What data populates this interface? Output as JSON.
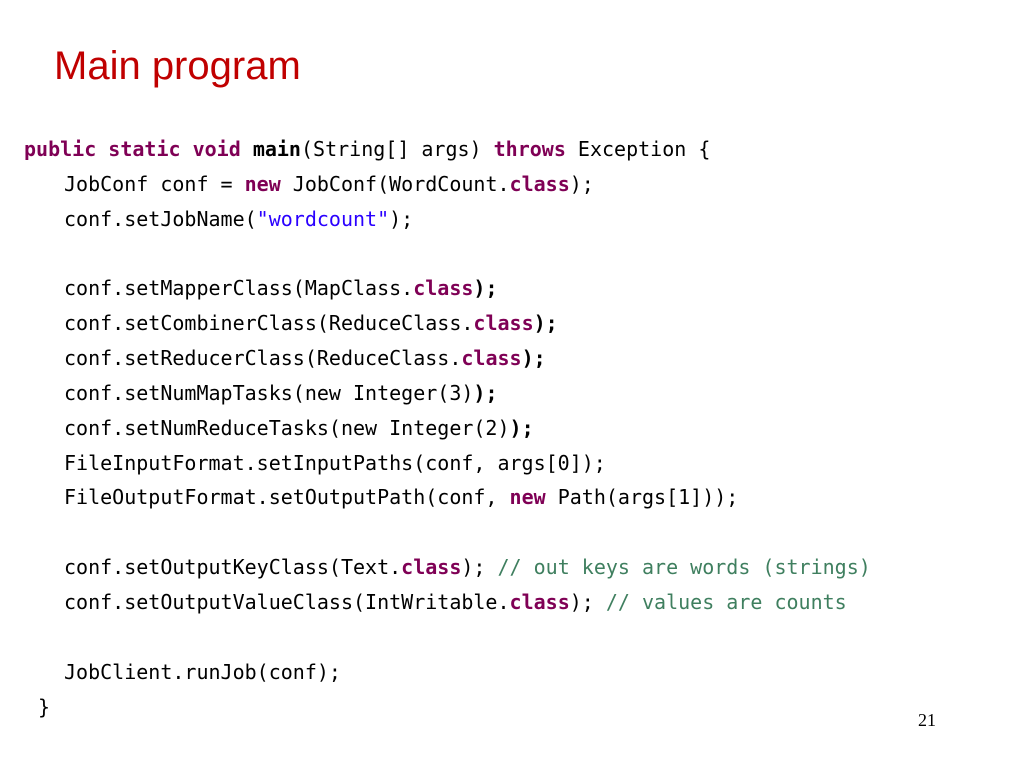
{
  "slide": {
    "title": "Main program",
    "number": "21"
  },
  "code": {
    "lines": [
      [
        {
          "t": "public",
          "s": "kw"
        },
        {
          "t": " "
        },
        {
          "t": "static",
          "s": "kw"
        },
        {
          "t": " "
        },
        {
          "t": "void",
          "s": "kw"
        },
        {
          "t": " "
        },
        {
          "t": "main",
          "s": "bold"
        },
        {
          "t": "(String[] args) "
        },
        {
          "t": "throws",
          "s": "kw"
        },
        {
          "t": " Exception {"
        }
      ],
      [
        {
          "t": "JobConf conf = "
        },
        {
          "t": "new",
          "s": "kw"
        },
        {
          "t": " JobConf(WordCount."
        },
        {
          "t": "class",
          "s": "kw"
        },
        {
          "t": ");"
        }
      ],
      [
        {
          "t": "conf.setJobName("
        },
        {
          "t": "\"wordcount\"",
          "s": "str"
        },
        {
          "t": ");"
        }
      ],
      [],
      [
        {
          "t": "conf.setMapperClass(MapClass."
        },
        {
          "t": "class",
          "s": "kw"
        },
        {
          "t": ");",
          "s": "bold"
        }
      ],
      [
        {
          "t": "conf.setCombinerClass(ReduceClass."
        },
        {
          "t": "class",
          "s": "kw"
        },
        {
          "t": ");",
          "s": "bold"
        }
      ],
      [
        {
          "t": "conf.setReducerClass(ReduceClass."
        },
        {
          "t": "class",
          "s": "kw"
        },
        {
          "t": ");",
          "s": "bold"
        }
      ],
      [
        {
          "t": "conf.setNumMapTasks(new Integer(3)"
        },
        {
          "t": ");",
          "s": "bold"
        }
      ],
      [
        {
          "t": "conf.setNumReduceTasks(new Integer(2)"
        },
        {
          "t": ");",
          "s": "bold"
        }
      ],
      [
        {
          "t": "FileInputFormat.setInputPaths(conf, args[0]);"
        }
      ],
      [
        {
          "t": "FileOutputFormat.setOutputPath(conf, "
        },
        {
          "t": "new",
          "s": "kw"
        },
        {
          "t": " Path(args[1]));"
        }
      ],
      [],
      [
        {
          "t": "conf.setOutputKeyClass(Text."
        },
        {
          "t": "class",
          "s": "kw"
        },
        {
          "t": "); "
        },
        {
          "t": "// out keys are words (strings)",
          "s": "cm"
        }
      ],
      [
        {
          "t": "conf.setOutputValueClass(IntWritable."
        },
        {
          "t": "class",
          "s": "kw"
        },
        {
          "t": "); "
        },
        {
          "t": "// values are counts",
          "s": "cm"
        }
      ],
      [],
      [
        {
          "t": "JobClient.runJob(conf);"
        }
      ],
      [
        {
          "t": "}"
        }
      ]
    ]
  }
}
